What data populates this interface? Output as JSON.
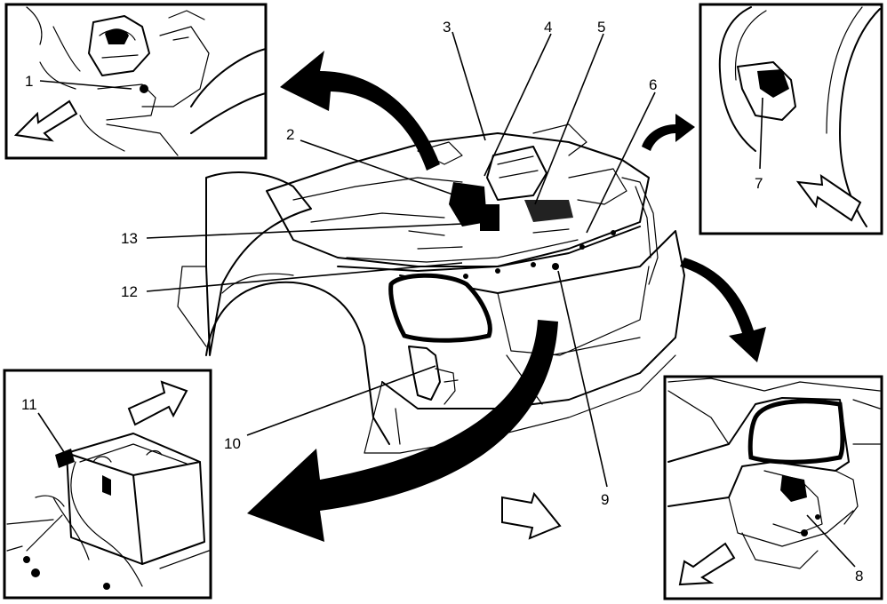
{
  "callouts": [
    {
      "id": "1",
      "text": "1"
    },
    {
      "id": "2",
      "text": "2"
    },
    {
      "id": "3",
      "text": "3"
    },
    {
      "id": "4",
      "text": "4"
    },
    {
      "id": "5",
      "text": "5"
    },
    {
      "id": "6",
      "text": "6"
    },
    {
      "id": "7",
      "text": "7"
    },
    {
      "id": "8",
      "text": "8"
    },
    {
      "id": "9",
      "text": "9"
    },
    {
      "id": "10",
      "text": "10"
    },
    {
      "id": "11",
      "text": "11"
    },
    {
      "id": "12",
      "text": "12"
    },
    {
      "id": "13",
      "text": "13"
    }
  ],
  "colors": {
    "ink": "#000000",
    "paper": "#ffffff",
    "fill_dark": "#000000"
  }
}
